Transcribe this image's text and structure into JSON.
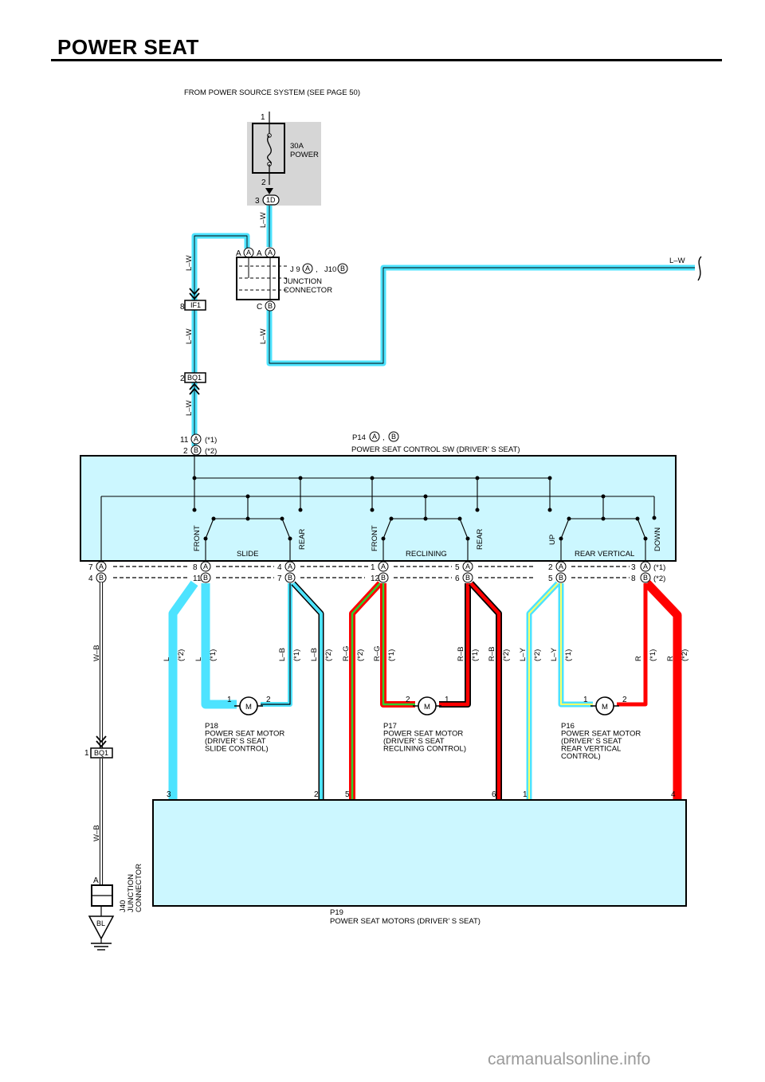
{
  "title": "POWER SEAT",
  "watermark": "carmanualsonline.info",
  "colors": {
    "cyan": "#4de3ff",
    "cyan_fill": "#ccf7ff",
    "red": "#ff0000",
    "green": "#2ed12e",
    "yellow": "#ffff66",
    "power_box": "#d6d6d6"
  },
  "power": {
    "source": "FROM POWER SOURCE SYSTEM (SEE PAGE 50)",
    "fuse_rating": "30A",
    "fuse_name": "POWER",
    "pin_top": "1",
    "pin_bottom": "2",
    "conn_pin": "3",
    "conn_code": "1D"
  },
  "junction": {
    "pins_top_left": "A",
    "tabs": [
      "A",
      "A",
      "A"
    ],
    "ref_j9": "J 9",
    "ref_j9_tab": "A",
    "sep": ",",
    "ref_j10": "J10",
    "ref_j10_tab": "B",
    "name_line1": "JUNCTION",
    "name_line2": "CONNECTOR",
    "pin_bottom": "C",
    "pin_bottom_tab": "B"
  },
  "connectors": {
    "if1_pin": "8",
    "if1": "IF1",
    "bq1_pin": "2",
    "bq1": "BQ1",
    "bq1_lower_pin": "1",
    "bq1_lower": "BQ1"
  },
  "wires": {
    "lw": "L–W",
    "wb": "W–B"
  },
  "switch": {
    "ref": "P14",
    "ref_tab_a": "A",
    "ref_sep": ",",
    "ref_tab_b": "B",
    "name": "POWER SEAT CONTROL SW (DRIVER’ S SEAT)",
    "in_pin_a": "11",
    "in_tab_a": "A",
    "note1": "(*1)",
    "in_pin_b": "2",
    "in_tab_b": "B",
    "note2": "(*2)",
    "labels": [
      "FRONT",
      "REAR",
      "FRONT",
      "REAR",
      "UP",
      "DOWN"
    ],
    "groups": [
      "SLIDE",
      "RECLINING",
      "REAR VERTICAL"
    ],
    "pins_a": [
      {
        "n": "7",
        "t": "A"
      },
      {
        "n": "8",
        "t": "A"
      },
      {
        "n": "4",
        "t": "A"
      },
      {
        "n": "1",
        "t": "A"
      },
      {
        "n": "5",
        "t": "A"
      },
      {
        "n": "2",
        "t": "A"
      },
      {
        "n": "3",
        "t": "A"
      }
    ],
    "pins_b": [
      {
        "n": "4",
        "t": "B"
      },
      {
        "n": "11",
        "t": "B"
      },
      {
        "n": "7",
        "t": "B"
      },
      {
        "n": "12",
        "t": "B"
      },
      {
        "n": "6",
        "t": "B"
      },
      {
        "n": "5",
        "t": "B"
      },
      {
        "n": "8",
        "t": "B"
      }
    ]
  },
  "wire_labels": [
    {
      "c": "L",
      "n": "(*2)"
    },
    {
      "c": "L",
      "n": "(*1)"
    },
    {
      "c": "L–B",
      "n": "(*1)"
    },
    {
      "c": "L–B",
      "n": "(*2)"
    },
    {
      "c": "R–G",
      "n": "(*2)"
    },
    {
      "c": "R–G",
      "n": "(*1)"
    },
    {
      "c": "R–B",
      "n": "(*1)"
    },
    {
      "c": "R–B",
      "n": "(*2)"
    },
    {
      "c": "L–Y",
      "n": "(*2)"
    },
    {
      "c": "L–Y",
      "n": "(*1)"
    },
    {
      "c": "R",
      "n": "(*1)"
    },
    {
      "c": "R",
      "n": "(*2)"
    }
  ],
  "motors": [
    {
      "ref": "P18",
      "l1": "POWER SEAT MOTOR",
      "l2": "(DRIVER’ S SEAT",
      "l3": " SLIDE CONTROL)",
      "l4": "",
      "p1": "1",
      "p2": "2",
      "m": "M"
    },
    {
      "ref": "P17",
      "l1": "POWER SEAT MOTOR",
      "l2": "(DRIVER’ S SEAT",
      "l3": " RECLINING CONTROL)",
      "l4": "",
      "p1": "2",
      "p2": "1",
      "m": "M"
    },
    {
      "ref": "P16",
      "l1": "POWER SEAT MOTOR",
      "l2": "(DRIVER’ S SEAT",
      "l3": " REAR VERTICAL",
      "l4": " CONTROL)",
      "p1": "1",
      "p2": "2",
      "m": "M"
    }
  ],
  "motors_box": {
    "ref": "P19",
    "name": "POWER SEAT MOTORS (DRIVER’ S SEAT)",
    "pins": [
      "3",
      "2",
      "5",
      "6",
      "1",
      "4"
    ]
  },
  "ground_junction": {
    "ref": "J40",
    "name_line1": "JUNCTION",
    "name_line2": "CONNECTOR",
    "pin": "A",
    "ground": "BL"
  }
}
